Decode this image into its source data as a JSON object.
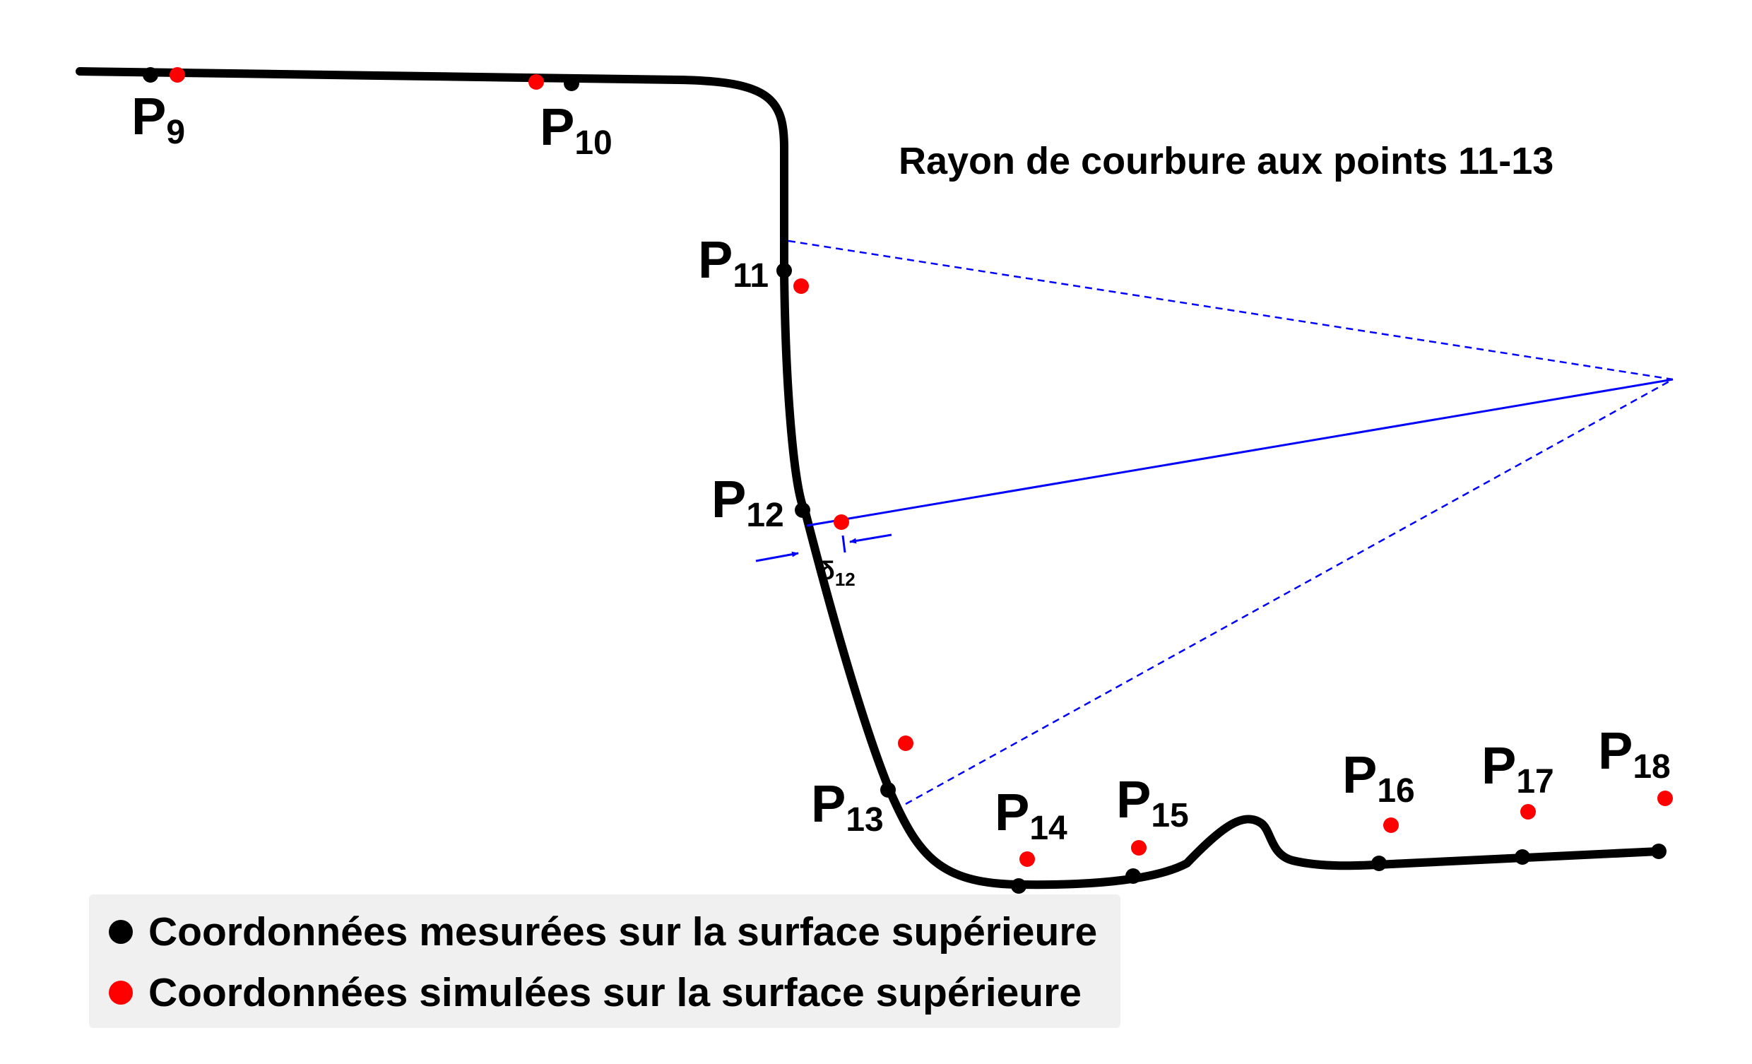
{
  "title": "Rayon de courbure aux points 11-13",
  "colors": {
    "measured": "#000000",
    "simulated": "#ff0000",
    "construction": "#0000ff"
  },
  "points": [
    {
      "id": "9",
      "letter": "P",
      "sub": "9"
    },
    {
      "id": "10",
      "letter": "P",
      "sub": "10"
    },
    {
      "id": "11",
      "letter": "P",
      "sub": "11"
    },
    {
      "id": "12",
      "letter": "P",
      "sub": "12"
    },
    {
      "id": "13",
      "letter": "P",
      "sub": "13"
    },
    {
      "id": "14",
      "letter": "P",
      "sub": "14"
    },
    {
      "id": "15",
      "letter": "P",
      "sub": "15"
    },
    {
      "id": "16",
      "letter": "P",
      "sub": "16"
    },
    {
      "id": "17",
      "letter": "P",
      "sub": "17"
    },
    {
      "id": "18",
      "letter": "P",
      "sub": "18"
    }
  ],
  "delta": {
    "symbol": "δ",
    "sub": "12"
  },
  "legend": {
    "measured": "Coordonnées mesurées sur la surface supérieure",
    "simulated": "Coordonnées simulées sur la surface supérieure"
  }
}
